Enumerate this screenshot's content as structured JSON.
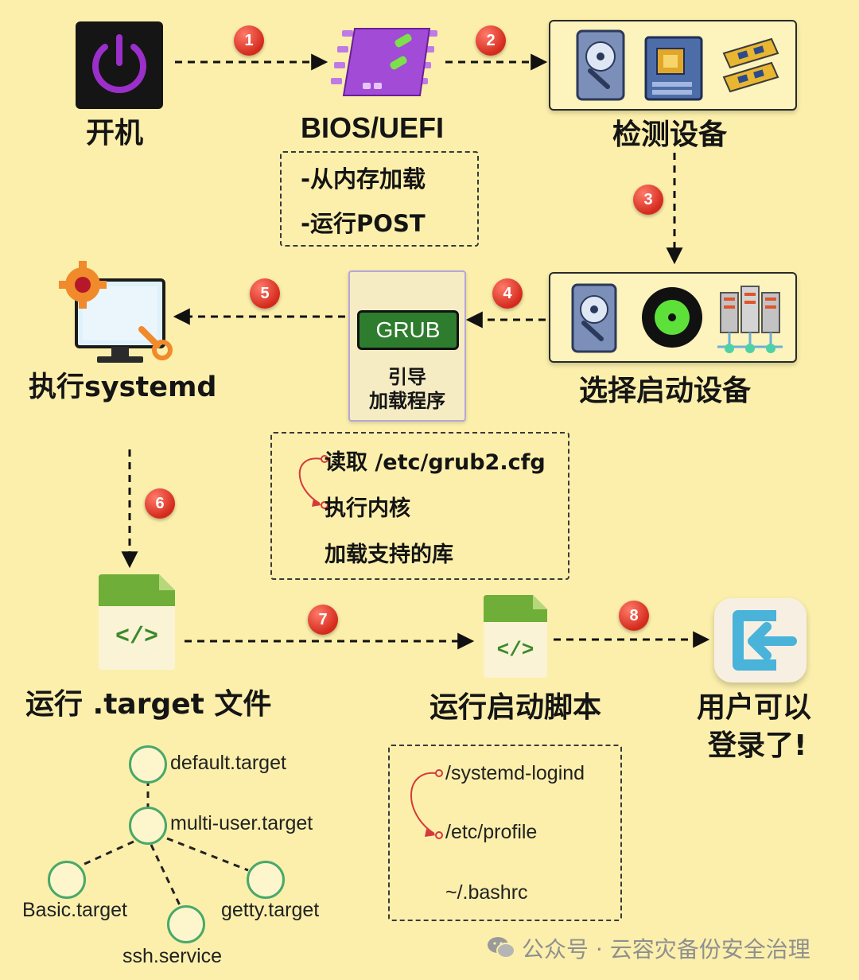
{
  "nodes": {
    "power_on": "开机",
    "bios": "BIOS/UEFI",
    "detect": "检测设备",
    "select_boot": "选择启动设备",
    "grub_badge": "GRUB",
    "grub_line1": "引导",
    "grub_line2": "加载程序",
    "systemd": "执行systemd",
    "run_target": "运行 .target 文件",
    "run_scripts": "运行启动脚本",
    "login_line1": "用户可以",
    "login_line2": "登录了!"
  },
  "bios_notes": [
    "-从内存加载",
    "-运行POST"
  ],
  "grub_notes": [
    "读取 /etc/grub2.cfg",
    "执行内核",
    "加载支持的库"
  ],
  "script_notes": [
    "/systemd-logind",
    "/etc/profile",
    "~/.bashrc"
  ],
  "code_icon_text": "</>",
  "steps": [
    "1",
    "2",
    "3",
    "4",
    "5",
    "6",
    "7",
    "8"
  ],
  "targets": {
    "default": "default.target",
    "multi_user": "multi-user.target",
    "basic": "Basic.target",
    "ssh": "ssh.service",
    "getty": "getty.target"
  },
  "watermark": "公众号 · 云容灾备份安全治理",
  "colors": {
    "background": "#fbefab",
    "badge": "#d42a1c",
    "grub_green": "#2e7d2e",
    "chip_purple": "#a24bd6",
    "power_purple": "#9b2fc9",
    "tree_green": "#4aa86a"
  }
}
